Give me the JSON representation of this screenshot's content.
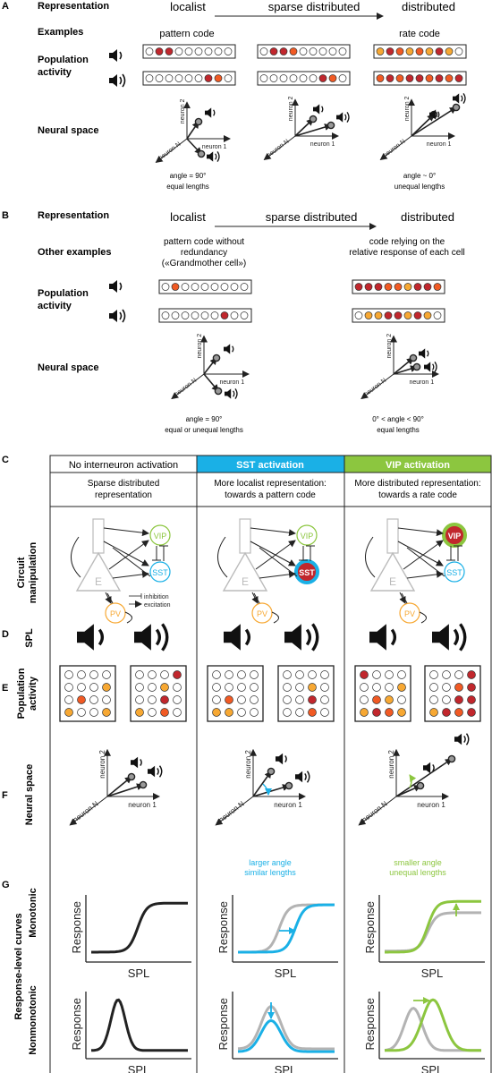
{
  "panel_a": {
    "letter": "A",
    "representation_label": "Representation",
    "scale": [
      "localist",
      "sparse distributed",
      "distributed"
    ],
    "examples_label": "Examples",
    "examples": [
      "pattern code",
      "rate code"
    ],
    "population_label_1": "Population",
    "population_label_2": "activity",
    "neural_space_label": "Neural space",
    "axis_labels": {
      "n1": "neuron 1",
      "n2": "neuron 2",
      "nN": "neuron N"
    },
    "notes_left": [
      "angle = 90°",
      "equal lengths"
    ],
    "notes_right": [
      "angle ~ 0°",
      "unequal lengths"
    ]
  },
  "panel_b": {
    "letter": "B",
    "representation_label": "Representation",
    "scale": [
      "localist",
      "sparse distributed",
      "distributed"
    ],
    "examples_label": "Other examples",
    "example_left": [
      "pattern code without",
      "redundancy",
      "(«Grandmother cell»)"
    ],
    "example_right": [
      "code relying on the",
      "relative response of each cell"
    ],
    "population_label_1": "Population",
    "population_label_2": "activity",
    "neural_space_label": "Neural space",
    "notes_left": [
      "angle = 90°",
      "equal or unequal lengths"
    ],
    "notes_right": [
      "0° < angle < 90°",
      "equal lengths"
    ]
  },
  "panel_c": {
    "letter": "C",
    "columns": [
      {
        "header": "No interneuron activation",
        "desc": [
          "Sparse distributed",
          "representation"
        ]
      },
      {
        "header": "SST activation",
        "desc": [
          "More localist representation:",
          "towards a pattern code"
        ]
      },
      {
        "header": "VIP activation",
        "desc": [
          "More distributed representation:",
          "towards a rate code"
        ]
      }
    ],
    "row_label_1": "Circuit",
    "row_label_2": "manipulation",
    "nodes": {
      "e": "E",
      "vip": "VIP",
      "sst": "SST",
      "pv": "PV"
    },
    "legend": [
      "inhibition",
      "excitation"
    ]
  },
  "panel_d": {
    "letter": "D",
    "label": "SPL"
  },
  "panel_e": {
    "letter": "E",
    "label_1": "Population",
    "label_2": "activity"
  },
  "panel_f": {
    "letter": "F",
    "label": "Neural space",
    "sst_note": [
      "larger angle",
      "similar lengths"
    ],
    "vip_note": [
      "smaller angle",
      "unequal lengths"
    ]
  },
  "panel_g": {
    "letter": "G",
    "label": "Response-level curves",
    "monotonic": "Monotonic",
    "nonmonotonic": "Nonmonotonic",
    "ylabel": "Response",
    "xlabel": "SPL"
  },
  "colors": {
    "sst": "#1ab0e6",
    "vip": "#8cc63f",
    "pv": "#f7a833",
    "red": "#c1272d",
    "orange": "#f15a24",
    "yellow": "#f7a833",
    "grey": "#b3b3b3"
  }
}
